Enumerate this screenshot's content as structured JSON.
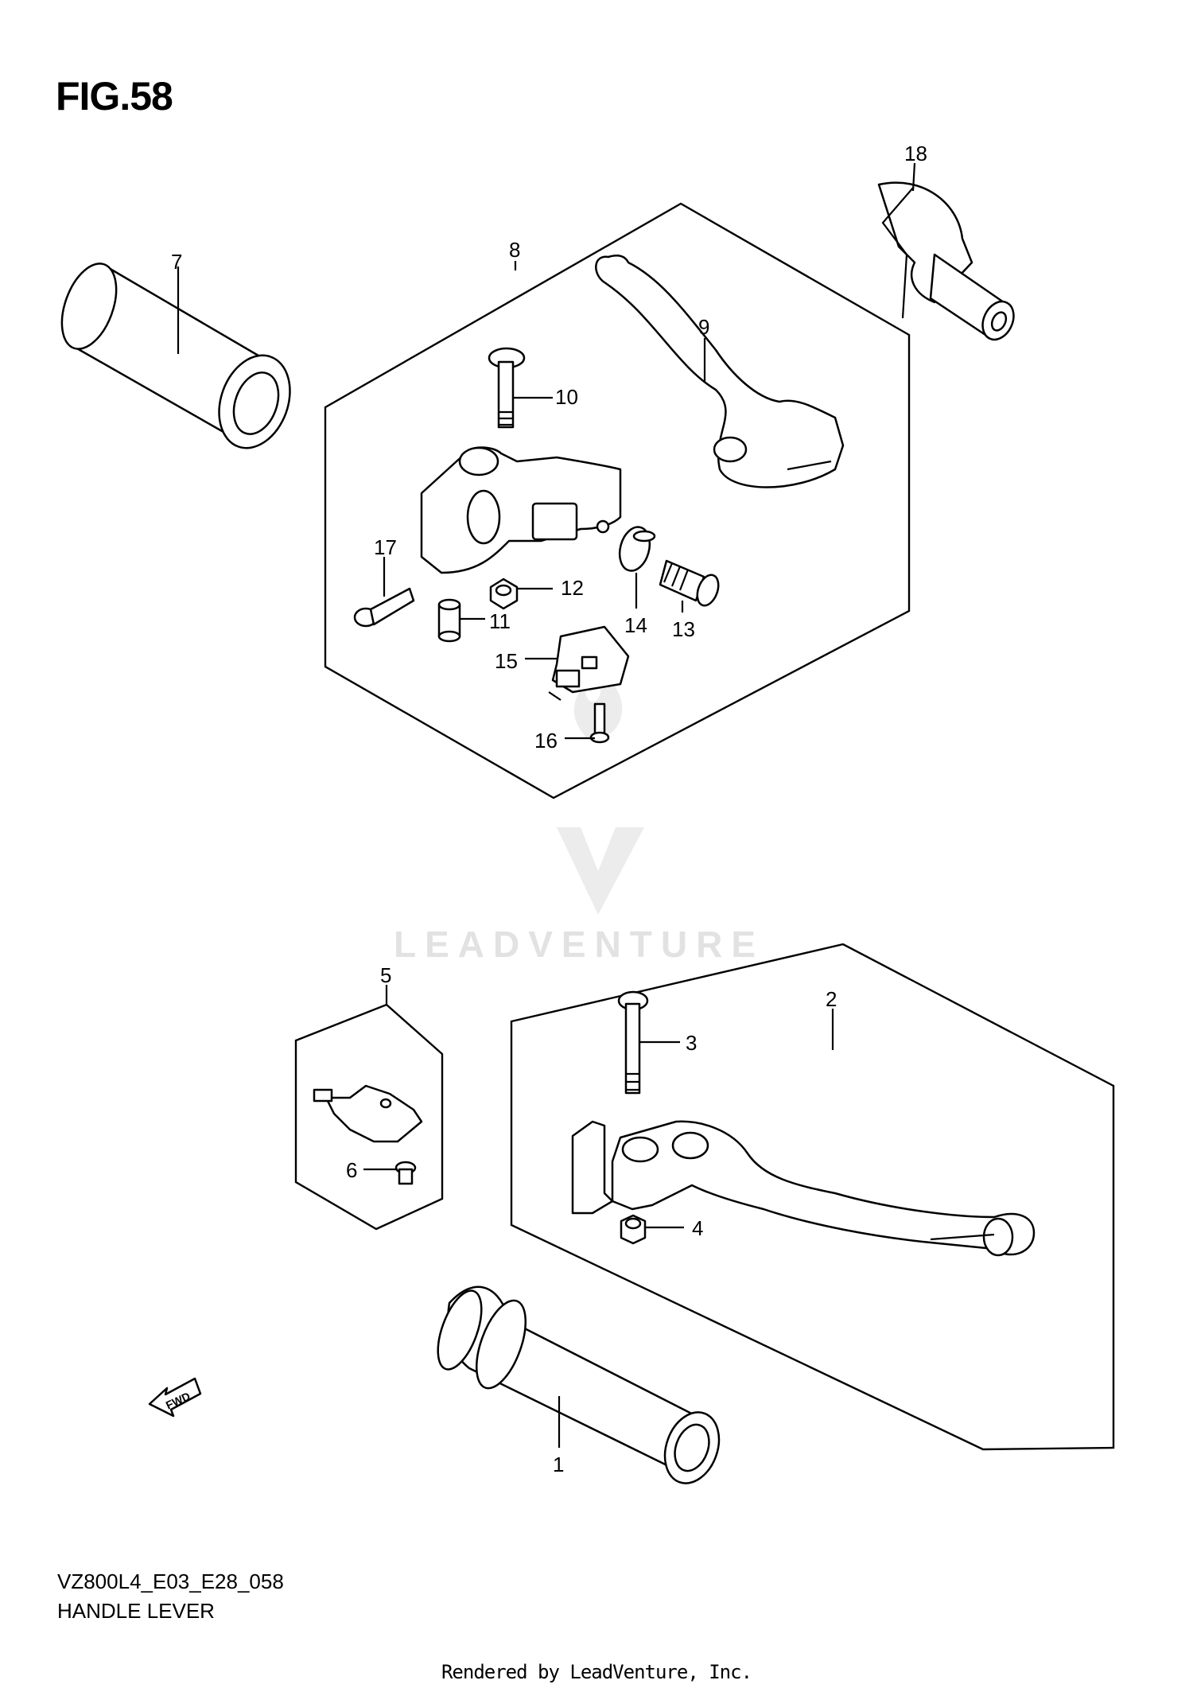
{
  "figure": {
    "title": "FIG.58",
    "code": "VZ800L4_E03_E28_058",
    "name": "HANDLE LEVER"
  },
  "footer": {
    "rendered_by": "Rendered by LeadVenture, Inc."
  },
  "watermark": {
    "text": "LEADVENTURE"
  },
  "fwd_label": "FWD",
  "callouts": {
    "c1": "1",
    "c2": "2",
    "c3": "3",
    "c4": "4",
    "c5": "5",
    "c6": "6",
    "c7": "7",
    "c8": "8",
    "c9": "9",
    "c10": "10",
    "c11": "11",
    "c12": "12",
    "c13": "13",
    "c14": "14",
    "c15": "15",
    "c16": "16",
    "c17": "17",
    "c18": "18"
  }
}
